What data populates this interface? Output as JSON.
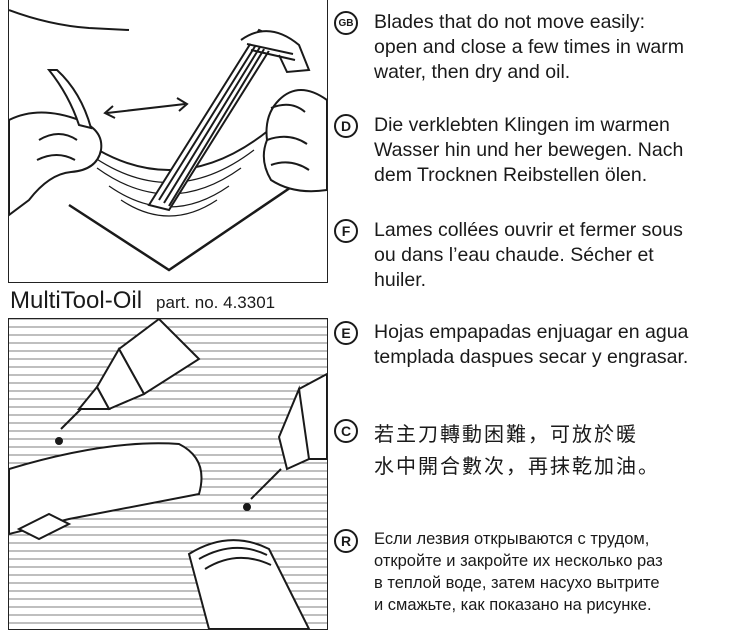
{
  "product": {
    "name": "MultiTool-Oil",
    "part_number": "part. no. 4.3301"
  },
  "instructions": [
    {
      "code": "GB",
      "text": "Blades that do not move easily:\nopen and close a few times in warm\nwater, then dry and oil."
    },
    {
      "code": "D",
      "text": "Die verklebten Klingen im warmen\nWasser hin und her bewegen. Nach\ndem Trocknen Reibstellen ölen."
    },
    {
      "code": "F",
      "text": "Lames collées ouvrir et fermer sous\nou dans l’eau chaude. Sécher et\nhuiler."
    },
    {
      "code": "E",
      "text": "Hojas empapadas enjuagar en agua\ntemplada daspues secar y engrasar."
    },
    {
      "code": "C",
      "text": "若主刀轉動困難，可放於暖\n水中開合數次，再抹乾加油。"
    },
    {
      "code": "R",
      "text": "Если лезвия открываются с трудом,\nоткройте и закройте их несколько раз\nв теплой воде, затем насухо вытрите\nи смажьте, как показано на рисунке."
    }
  ],
  "colors": {
    "ink": "#1a1a1a",
    "paper": "#ffffff"
  }
}
